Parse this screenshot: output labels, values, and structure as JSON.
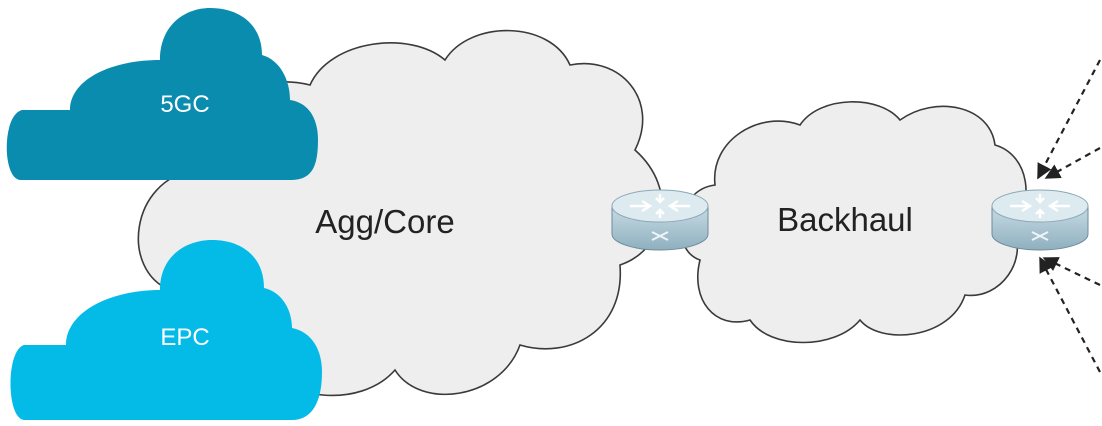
{
  "diagram": {
    "clouds": {
      "core": {
        "label": "Agg/Core"
      },
      "backhaul": {
        "label": "Backhaul"
      },
      "fivegc": {
        "label": "5GC"
      },
      "epc": {
        "label": "EPC"
      }
    },
    "colors": {
      "cloud_fill": "#eeeeee",
      "cloud_stroke": "#3a3a3a",
      "fivegc_fill": "#0a8caf",
      "epc_fill": "#04bbe8",
      "router_body": "#b8cfd9",
      "router_top": "#ddeaf0",
      "link_stroke": "#222222"
    },
    "icons": [
      "router-icon",
      "router-icon"
    ],
    "links": [
      "dashed-arrow",
      "dashed-arrow",
      "dashed-arrow",
      "dashed-arrow"
    ]
  }
}
